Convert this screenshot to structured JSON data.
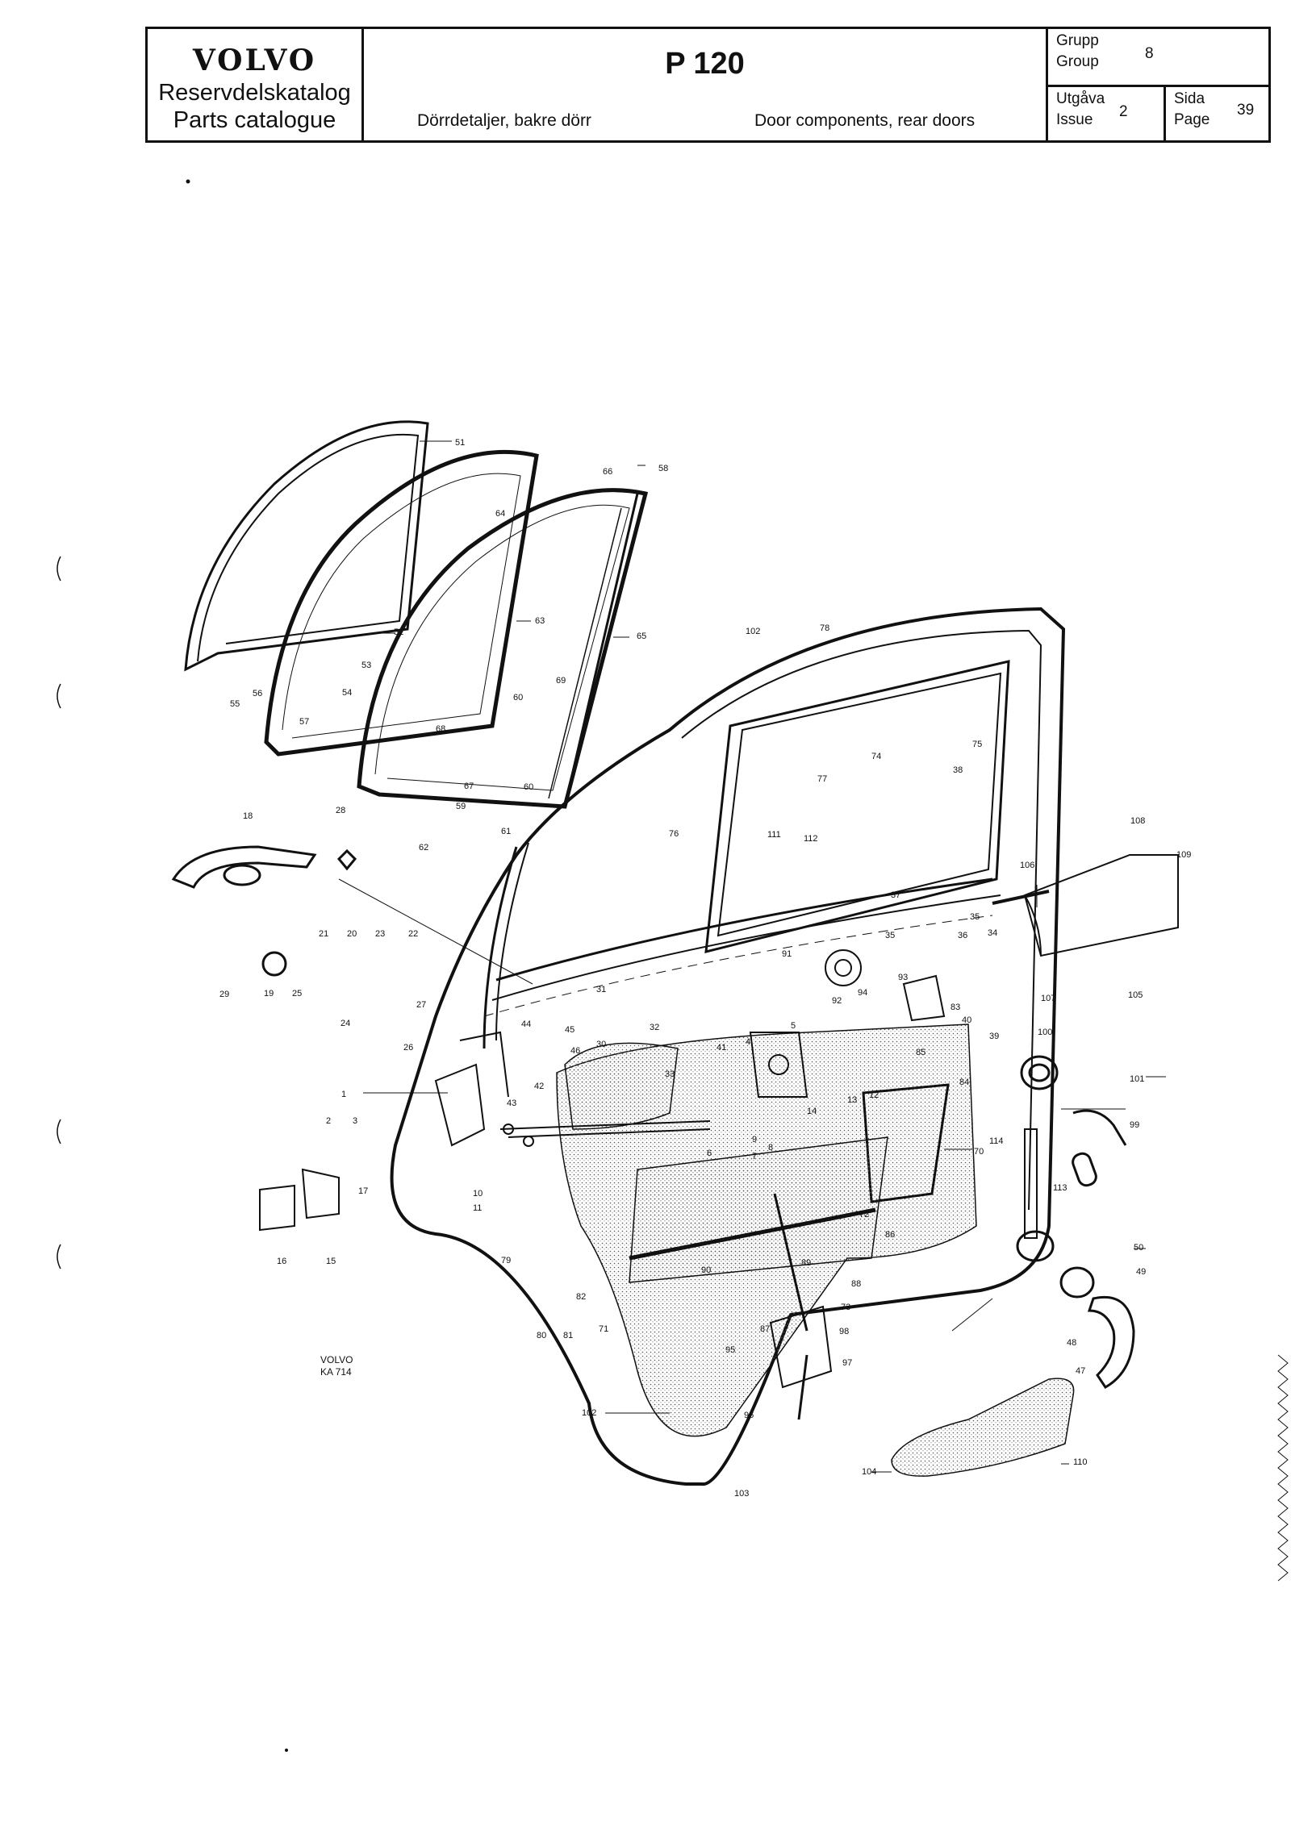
{
  "header": {
    "brand_logo": "VOLVO",
    "brand_line1": "Reservdelskatalog",
    "brand_line2": "Parts catalogue",
    "model": "P 120",
    "description_sv": "Dörrdetaljer, bakre dörr",
    "description_en": "Door components, rear doors",
    "group_label_sv": "Grupp",
    "group_label_en": "Group",
    "group_value": "8",
    "issue_label_sv": "Utgåva",
    "issue_label_en": "Issue",
    "issue_value": "2",
    "page_label_sv": "Sida",
    "page_label_en": "Page",
    "page_value": "39"
  },
  "diagram": {
    "stamp_line1": "VOLVO",
    "stamp_line2": "KA 714",
    "callouts": [
      "1",
      "2",
      "3",
      "4",
      "5",
      "6",
      "7",
      "8",
      "9",
      "10",
      "11",
      "12",
      "13",
      "14",
      "15",
      "16",
      "17",
      "18",
      "19",
      "20",
      "21",
      "22",
      "23",
      "24",
      "25",
      "26",
      "27",
      "28",
      "29",
      "30",
      "31",
      "32",
      "33",
      "35",
      "35",
      "36",
      "37",
      "38",
      "39",
      "40",
      "41",
      "42",
      "43",
      "44",
      "45",
      "46",
      "47",
      "48",
      "49",
      "50",
      "51",
      "52",
      "53",
      "54",
      "55",
      "56",
      "57",
      "58",
      "59",
      "60",
      "60",
      "61",
      "62",
      "63",
      "64",
      "65",
      "66",
      "67",
      "68",
      "69",
      "70",
      "71",
      "72",
      "73",
      "74",
      "75",
      "76",
      "77",
      "78",
      "79",
      "80",
      "81",
      "82",
      "83",
      "84",
      "85",
      "86",
      "87",
      "88",
      "89",
      "90",
      "91",
      "92",
      "93",
      "94",
      "95",
      "96",
      "97",
      "98",
      "99",
      "100",
      "101",
      "102",
      "102",
      "103",
      "104",
      "105",
      "106",
      "107",
      "108",
      "109",
      "110",
      "111",
      "112",
      "113",
      "114",
      "34"
    ]
  }
}
